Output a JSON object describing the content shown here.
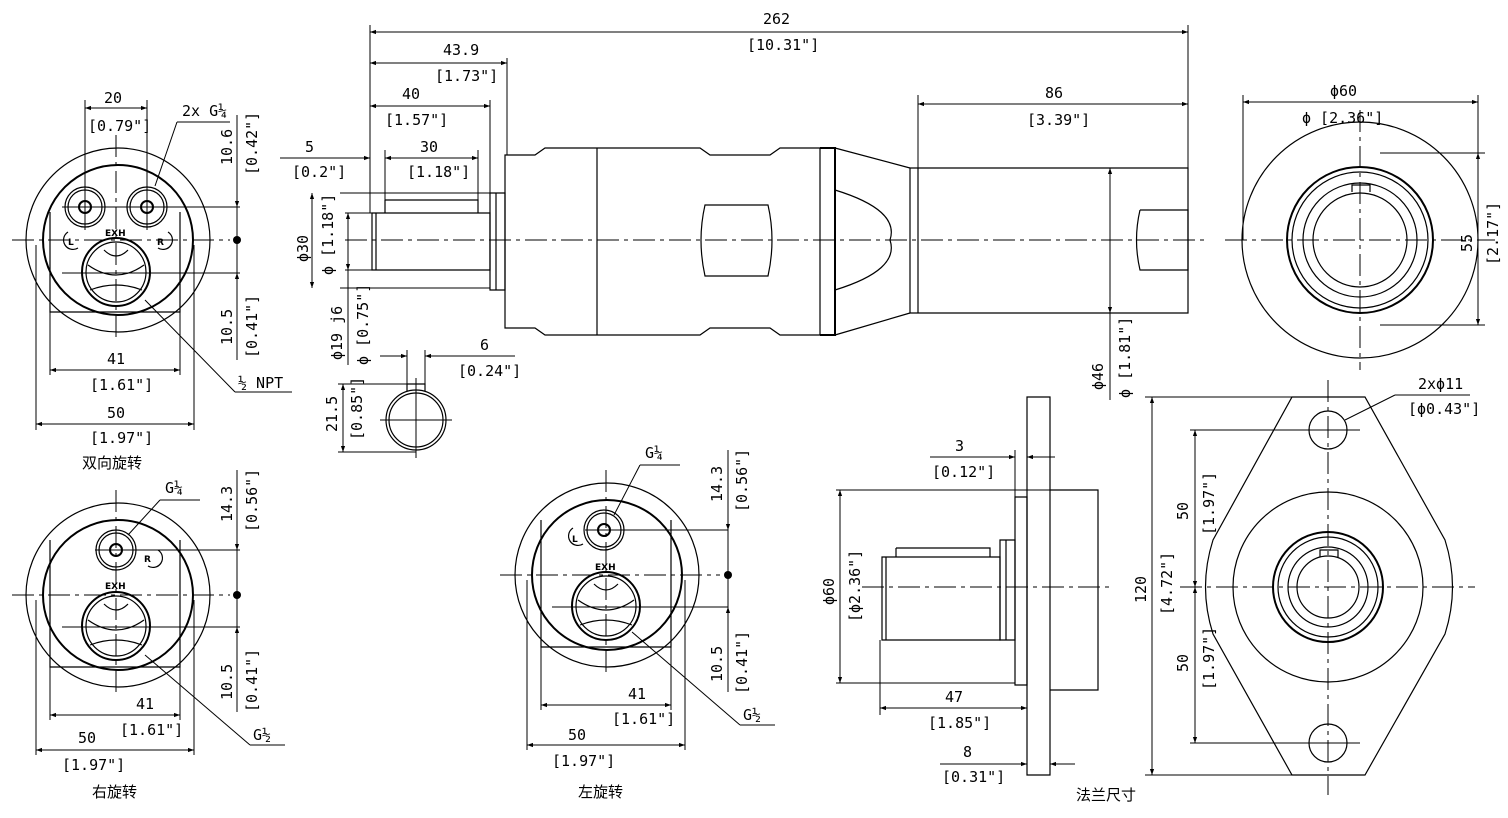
{
  "views": {
    "bidirectional": {
      "caption": "双向旋转",
      "port_spacing": "20",
      "port_spacing_in": "[0.79\"]",
      "ports_note": "2x G¼",
      "up_offset": "10.6",
      "up_offset_in": "[0.42\"]",
      "down_offset": "10.5",
      "down_offset_in": "[0.41\"]",
      "flat_width": "41",
      "flat_width_in": "[1.61\"]",
      "width": "50",
      "width_in": "[1.97\"]",
      "exhaust_note": "½ NPT",
      "exh": "EXH",
      "left_mark": "L",
      "right_mark": "R"
    },
    "right_rotation": {
      "caption": "右旋转",
      "port_note": "G¼",
      "up_offset": "14.3",
      "up_offset_in": "[0.56\"]",
      "down_offset": "10.5",
      "down_offset_in": "[0.41\"]",
      "flat_width": "41",
      "flat_width_in": "[1.61\"]",
      "width": "50",
      "width_in": "[1.97\"]",
      "exhaust_note": "G½",
      "exh": "EXH",
      "mark": "R"
    },
    "left_rotation": {
      "caption": "左旋转",
      "port_note": "G¼",
      "up_offset": "14.3",
      "up_offset_in": "[0.56\"]",
      "down_offset": "10.5",
      "down_offset_in": "[0.41\"]",
      "flat_width": "41",
      "flat_width_in": "[1.61\"]",
      "width": "50",
      "width_in": "[1.97\"]",
      "exhaust_note": "G½",
      "exh": "EXH",
      "mark": "L"
    },
    "side": {
      "total": "262",
      "total_in": "[10.31\"]",
      "d439": "43.9",
      "d439_in": "[1.73\"]",
      "d40": "40",
      "d40_in": "[1.57\"]",
      "d5": "5",
      "d5_in": "[0.2\"]",
      "d30": "30",
      "d30_in": "[1.18\"]",
      "d86": "86",
      "d86_in": "[3.39\"]",
      "dia30": "ϕ30",
      "dia30_in": "ϕ [1.18\"]",
      "dia19": "ϕ19 j6",
      "dia19_in": "ϕ [0.75\"]",
      "dia46": "ϕ46",
      "dia46_in": "ϕ [1.81\"]",
      "key6": "6",
      "key6_in": "[0.24\"]",
      "key215": "21.5",
      "key215_in": "[0.85\"]"
    },
    "end": {
      "dia60": "ϕ60",
      "dia60_in": "ϕ [2.36\"]",
      "h55": "55",
      "h55_in": "[2.17\"]"
    },
    "flange_side": {
      "d3": "3",
      "d3_in": "[0.12\"]",
      "dia60": "ϕ60",
      "dia60_in": "[ϕ2.36\"]",
      "d47": "47",
      "d47_in": "[1.85\"]",
      "d8": "8",
      "d8_in": "[0.31\"]"
    },
    "flange_front": {
      "caption": "法兰尺寸",
      "holes": "2xϕ11",
      "holes_in": "[ϕ0.43\"]",
      "h120": "120",
      "h120_in": "[4.72\"]",
      "up50": "50",
      "up50_in": "[1.97\"]",
      "down50": "50",
      "down50_in": "[1.97\"]"
    }
  }
}
